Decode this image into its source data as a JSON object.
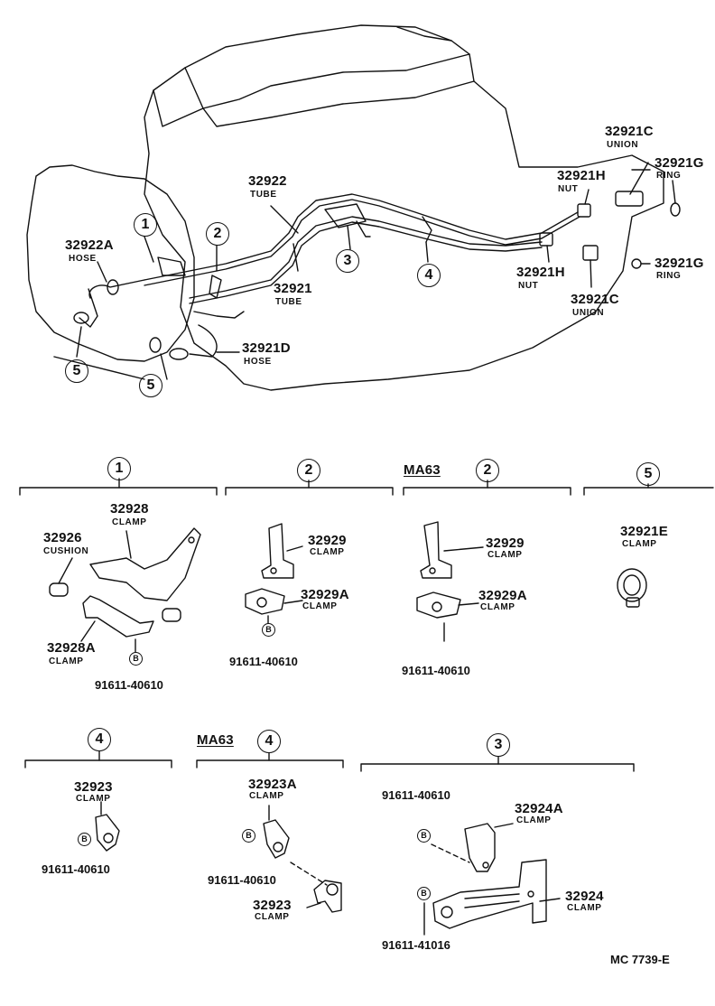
{
  "callouts": {
    "c1": "1",
    "c2": "2",
    "c3": "3",
    "c4": "4",
    "c5": "5"
  },
  "bolt_marker": "B",
  "top": {
    "p32922A": {
      "num": "32922A",
      "desc": "HOSE"
    },
    "p32922": {
      "num": "32922",
      "desc": "TUBE"
    },
    "p32921": {
      "num": "32921",
      "desc": "TUBE"
    },
    "p32921D": {
      "num": "32921D",
      "desc": "HOSE"
    },
    "p32921C_a": {
      "num": "32921C",
      "desc": "UNION"
    },
    "p32921H_a": {
      "num": "32921H",
      "desc": "NUT"
    },
    "p32921G_a": {
      "num": "32921G",
      "desc": "RING"
    },
    "p32921H_b": {
      "num": "32921H",
      "desc": "NUT"
    },
    "p32921G_b": {
      "num": "32921G",
      "desc": "RING"
    },
    "p32921C_b": {
      "num": "32921C",
      "desc": "UNION"
    }
  },
  "group1": {
    "p32928": {
      "num": "32928",
      "desc": "CLAMP"
    },
    "p32926": {
      "num": "32926",
      "desc": "CUSHION"
    },
    "p32928A": {
      "num": "32928A",
      "desc": "CLAMP"
    },
    "bolt": "91611-40610"
  },
  "group2": {
    "p32929": {
      "num": "32929",
      "desc": "CLAMP"
    },
    "p32929A": {
      "num": "32929A",
      "desc": "CLAMP"
    },
    "bolt": "91611-40610"
  },
  "group2_ma63": {
    "model": "MA63",
    "p32929": {
      "num": "32929",
      "desc": "CLAMP"
    },
    "p32929A": {
      "num": "32929A",
      "desc": "CLAMP"
    },
    "bolt": "91611-40610"
  },
  "group5": {
    "p32921E": {
      "num": "32921E",
      "desc": "CLAMP"
    }
  },
  "group4": {
    "p32923": {
      "num": "32923",
      "desc": "CLAMP"
    },
    "bolt": "91611-40610"
  },
  "group4_ma63": {
    "model": "MA63",
    "p32923A": {
      "num": "32923A",
      "desc": "CLAMP"
    },
    "bolt": "91611-40610",
    "p32923": {
      "num": "32923",
      "desc": "CLAMP"
    }
  },
  "group3": {
    "bolt_a": "91611-40610",
    "p32924A": {
      "num": "32924A",
      "desc": "CLAMP"
    },
    "p32924": {
      "num": "32924",
      "desc": "CLAMP"
    },
    "bolt_b": "91611-41016"
  },
  "ref_code": "MC 7739-E"
}
